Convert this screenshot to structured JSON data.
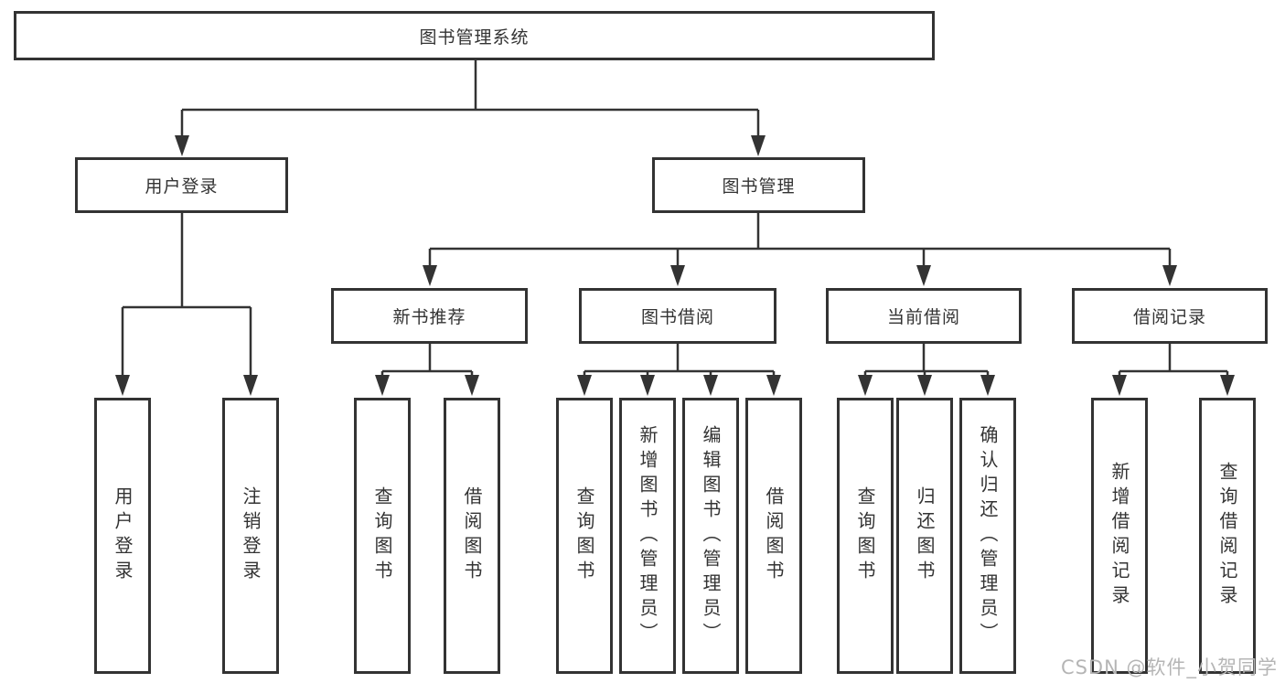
{
  "colors": {
    "line": "#333333",
    "text": "#333333",
    "box_fill": "#ffffff",
    "background": "#ffffff",
    "watermark": "#b5b5b5"
  },
  "tree": {
    "root": "图书管理系统",
    "branches": [
      {
        "label": "用户登录",
        "children": [
          "用户登录",
          "注销登录"
        ]
      },
      {
        "label": "图书管理",
        "groups": [
          {
            "label": "新书推荐",
            "children": [
              "查询图书",
              "借阅图书"
            ]
          },
          {
            "label": "图书借阅",
            "children": [
              "查询图书",
              "新增图书（管理员）",
              "编辑图书（管理员）",
              "借阅图书"
            ]
          },
          {
            "label": "当前借阅",
            "children": [
              "查询图书",
              "归还图书",
              "确认归还（管理员）"
            ]
          },
          {
            "label": "借阅记录",
            "children": [
              "新增借阅记录",
              "查询借阅记录"
            ]
          }
        ]
      }
    ]
  },
  "watermark": "CSDN @软件_小贺同学"
}
